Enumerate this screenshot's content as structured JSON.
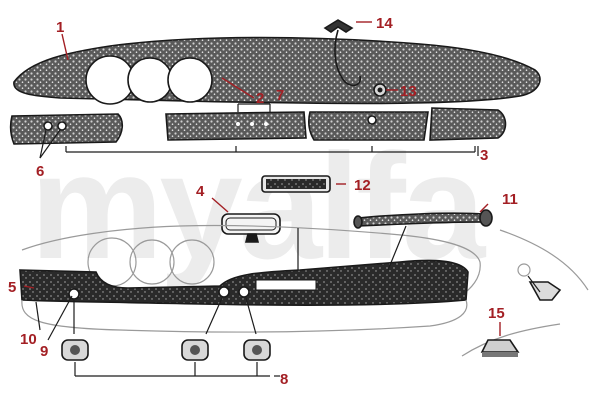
{
  "watermark": "myalfa",
  "colors": {
    "callout": "#a31f24",
    "ink": "#1a1a1a",
    "texture": "#3a3a3a",
    "ghost": "#9a9a9a",
    "watermark": "#ececec"
  },
  "callouts": {
    "c1": "1",
    "c2": "2",
    "c3": "3",
    "c4": "4",
    "c5": "5",
    "c6": "6",
    "c7": "7",
    "c8": "8",
    "c9": "9",
    "c10": "10",
    "c11": "11",
    "c12": "12",
    "c13": "13",
    "c14": "14",
    "c15": "15"
  }
}
